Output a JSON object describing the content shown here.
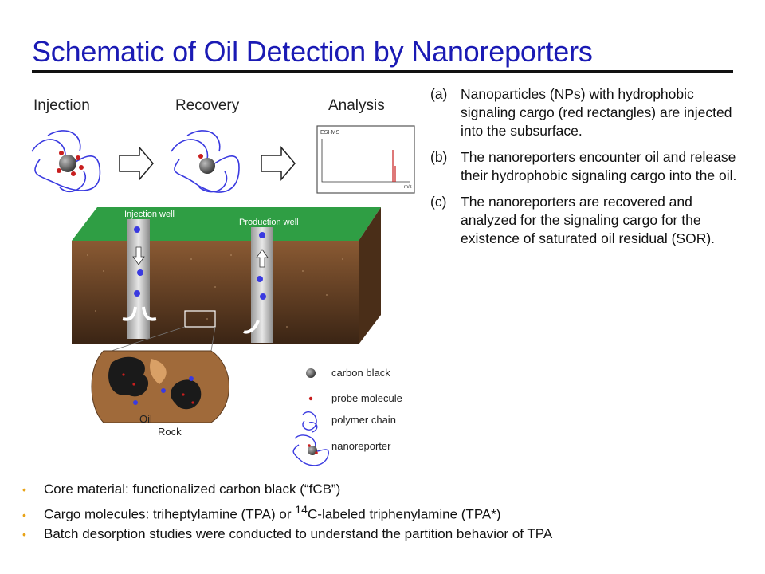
{
  "title": "Schematic of Oil Detection by Nanoreporters",
  "figure": {
    "headings": [
      "Injection",
      "Recovery",
      "Analysis"
    ],
    "chart_label": "ESI-MS",
    "chart_axis": "m/z",
    "wells": [
      "Injection well",
      "Production well"
    ],
    "section_labels": {
      "oil": "Oil",
      "rock": "Rock"
    },
    "legend": [
      "carbon black",
      "probe molecule",
      "polymer chain",
      "nanoreporter"
    ],
    "colors": {
      "ground": "#6b4325",
      "grass": "#2f9e44",
      "probe": "#c81e1e",
      "polymer": "#3a3ae0",
      "carbon": "#555555"
    }
  },
  "steps": [
    {
      "tag": "(a)",
      "text": "Nanoparticles (NPs) with hydrophobic signaling cargo (red rectangles) are injected into the subsurface."
    },
    {
      "tag": "(b)",
      "text": "The nanoreporters encounter oil and release their hydrophobic signaling cargo into the oil."
    },
    {
      "tag": "(c)",
      "text": "The nanoreporters are recovered and analyzed for the signaling cargo for the existence of saturated oil residual (SOR)."
    }
  ],
  "bullets": [
    {
      "before": "Core material: functionalized carbon black (“fCB”)"
    },
    {
      "before": "Cargo molecules: triheptylamine (TPA) or ",
      "sup": "14",
      "after": "C-labeled triphenylamine (TPA*)"
    },
    {
      "before": "Batch desorption studies were conducted to understand the partition behavior of TPA"
    }
  ]
}
